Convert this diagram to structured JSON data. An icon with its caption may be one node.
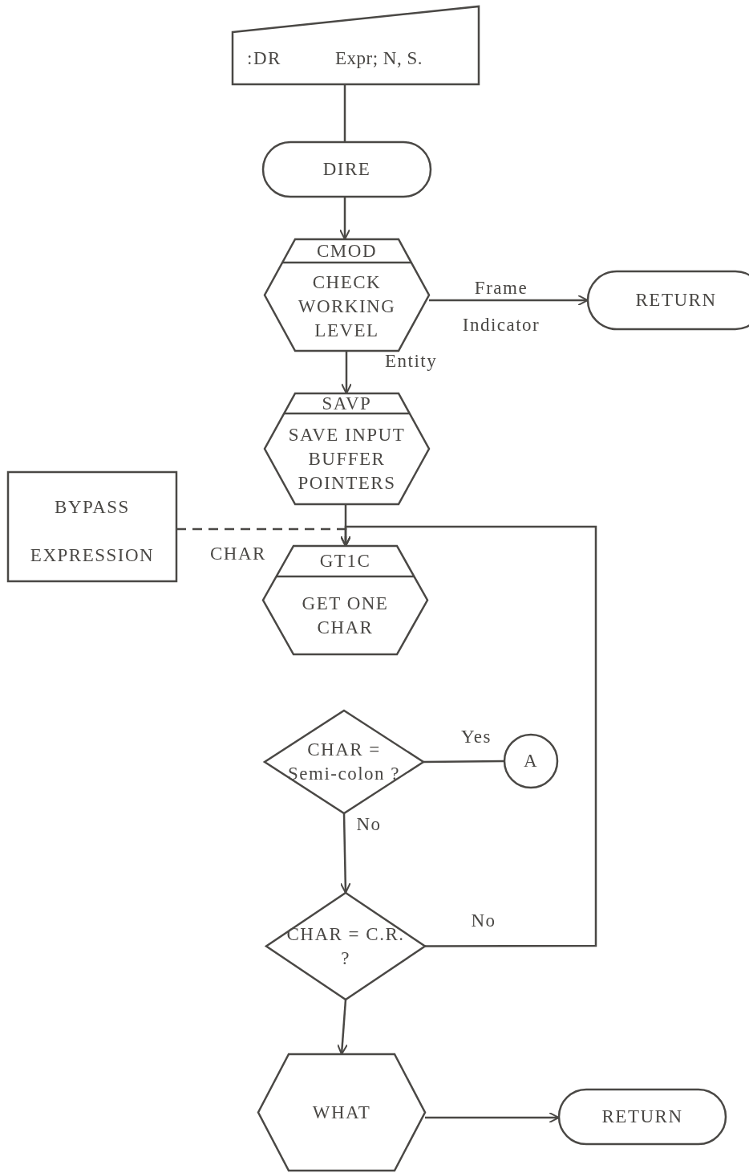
{
  "diagram": {
    "nodes": [
      {
        "text": [
          ":DR",
          "Expr; N, S."
        ]
      },
      {
        "text": [
          "DIRE"
        ]
      },
      {
        "text": [
          "CMOD",
          "CHECK WORKING LEVEL"
        ]
      },
      {
        "text": [
          "RETURN"
        ]
      },
      {
        "text": [
          "SAVP",
          "SAVE INPUT BUFFER POINTERS"
        ]
      },
      {
        "text": [
          "BYPASS EXPRESSION"
        ]
      },
      {
        "text": [
          "GT1C",
          "GET ONE CHAR"
        ],
        "beside": [
          "CHAR"
        ]
      },
      {
        "text": [
          "CHAR = Semi-colon ?"
        ]
      },
      {
        "text": [
          "A"
        ]
      },
      {
        "text": [
          "CHAR = C.R. ?"
        ]
      },
      {
        "text": [
          "WHAT"
        ]
      },
      {
        "text": [
          "RETURN"
        ]
      }
    ],
    "edges": [
      {
        "from": 0,
        "to": 1,
        "arrow": "none"
      },
      {
        "from": 1,
        "to": 2,
        "arrow": "to"
      },
      {
        "from": 2,
        "to": 3,
        "arrow": "to",
        "label": "Frame Indicator"
      },
      {
        "from": 2,
        "to": 4,
        "arrow": "to",
        "label": "Entity"
      },
      {
        "from": 4,
        "to": 6,
        "arrow": "to"
      },
      {
        "from": 5,
        "to": 6,
        "arrow": "to",
        "style": "dashed"
      },
      {
        "from": 7,
        "to": 8,
        "arrow": "none",
        "label": "Yes"
      },
      {
        "from": 7,
        "to": 9,
        "arrow": "to",
        "label": "No"
      },
      {
        "from": 9,
        "to": 6,
        "arrow": "to",
        "label": "No"
      },
      {
        "from": 9,
        "to": 10,
        "arrow": "to"
      },
      {
        "from": 10,
        "to": 11,
        "arrow": "to"
      }
    ]
  }
}
